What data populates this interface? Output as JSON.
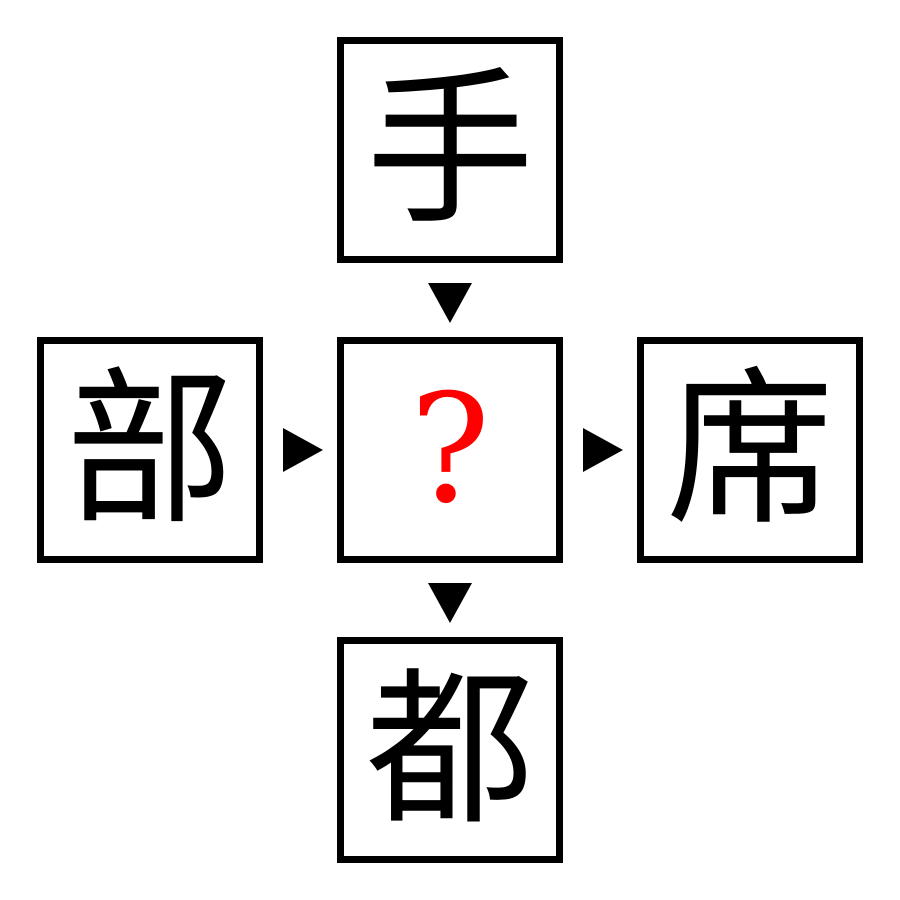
{
  "puzzle": {
    "top": "手",
    "left": "部",
    "center": "?",
    "right": "席",
    "bottom": "都"
  },
  "colors": {
    "border": "#000000",
    "text": "#000000",
    "question": "#ff0000",
    "background": "#ffffff"
  },
  "icons": {
    "arrow_down": "triangle-down-icon",
    "arrow_right": "triangle-right-icon"
  }
}
